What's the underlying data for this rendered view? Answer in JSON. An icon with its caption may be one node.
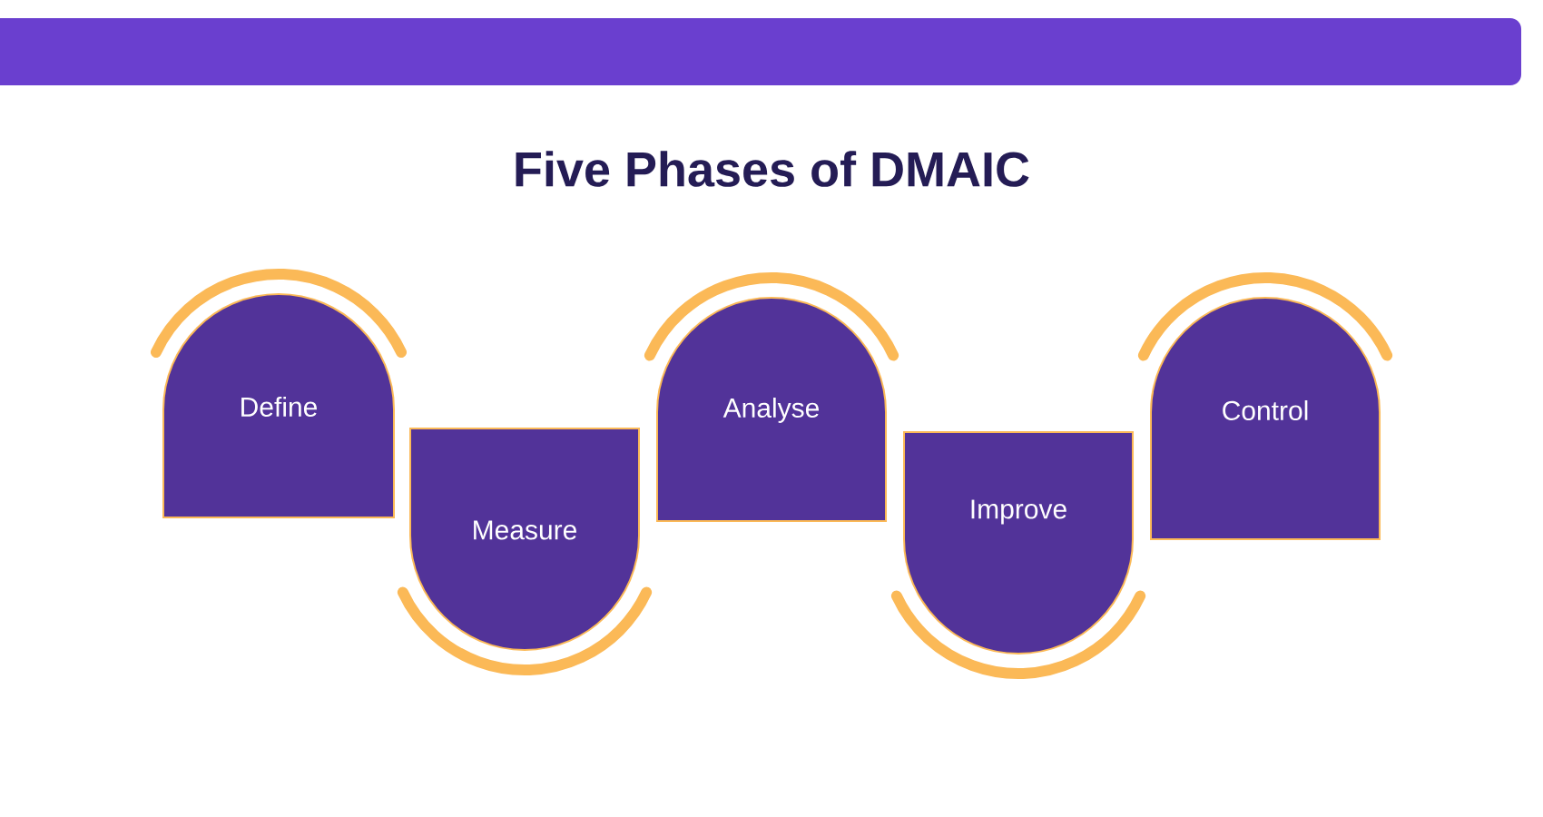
{
  "diagram": {
    "title": "Five Phases of DMAIC",
    "nodes": [
      {
        "text": [
          "Define"
        ]
      },
      {
        "text": [
          "Measure"
        ]
      },
      {
        "text": [
          "Analyse"
        ]
      },
      {
        "text": [
          "Improve"
        ]
      },
      {
        "text": [
          "Control"
        ]
      }
    ]
  }
}
